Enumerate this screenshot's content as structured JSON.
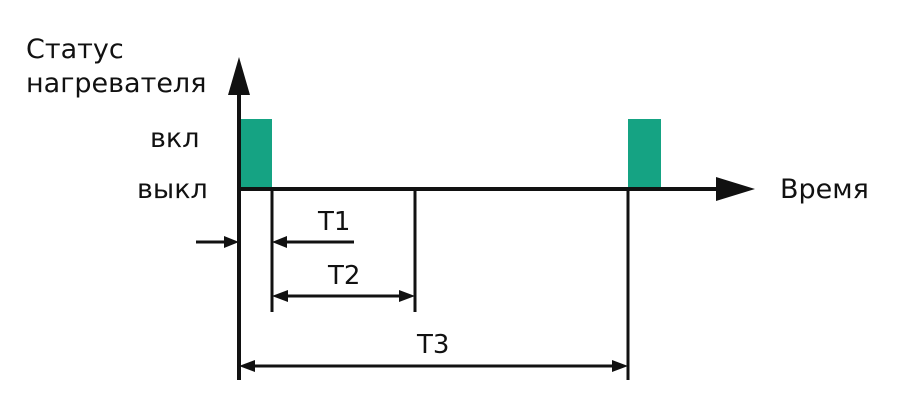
{
  "axes": {
    "y_label_line1": "Статус",
    "y_label_line2": "нагревателя",
    "x_label": "Время",
    "on_label": "вкл",
    "off_label": "выкл"
  },
  "intervals": {
    "t1": "T1",
    "t2": "T2",
    "t3": "T3"
  },
  "colors": {
    "pulse": "#15a383",
    "line": "#111111"
  }
}
